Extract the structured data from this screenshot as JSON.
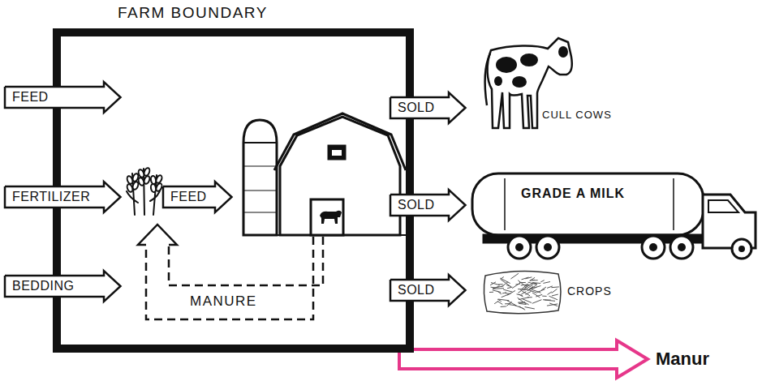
{
  "diagram": {
    "nodes": [
      {
        "text": [
          "FARM BOUNDARY"
        ]
      },
      {
        "text": [
          "FEED"
        ]
      },
      {
        "text": [
          "FERTILIZER"
        ]
      },
      {
        "text": [
          "FEED"
        ],
        "in": 0
      },
      {
        "text": [
          "BEDDING"
        ]
      },
      {
        "text": [
          "SOLD"
        ]
      },
      {
        "text": [
          "SOLD"
        ]
      },
      {
        "text": [
          "SOLD"
        ]
      }
    ],
    "labels": [
      "CULL COWS",
      "GRADE A MILK",
      "CROPS",
      "MANURE",
      "Manur"
    ]
  }
}
